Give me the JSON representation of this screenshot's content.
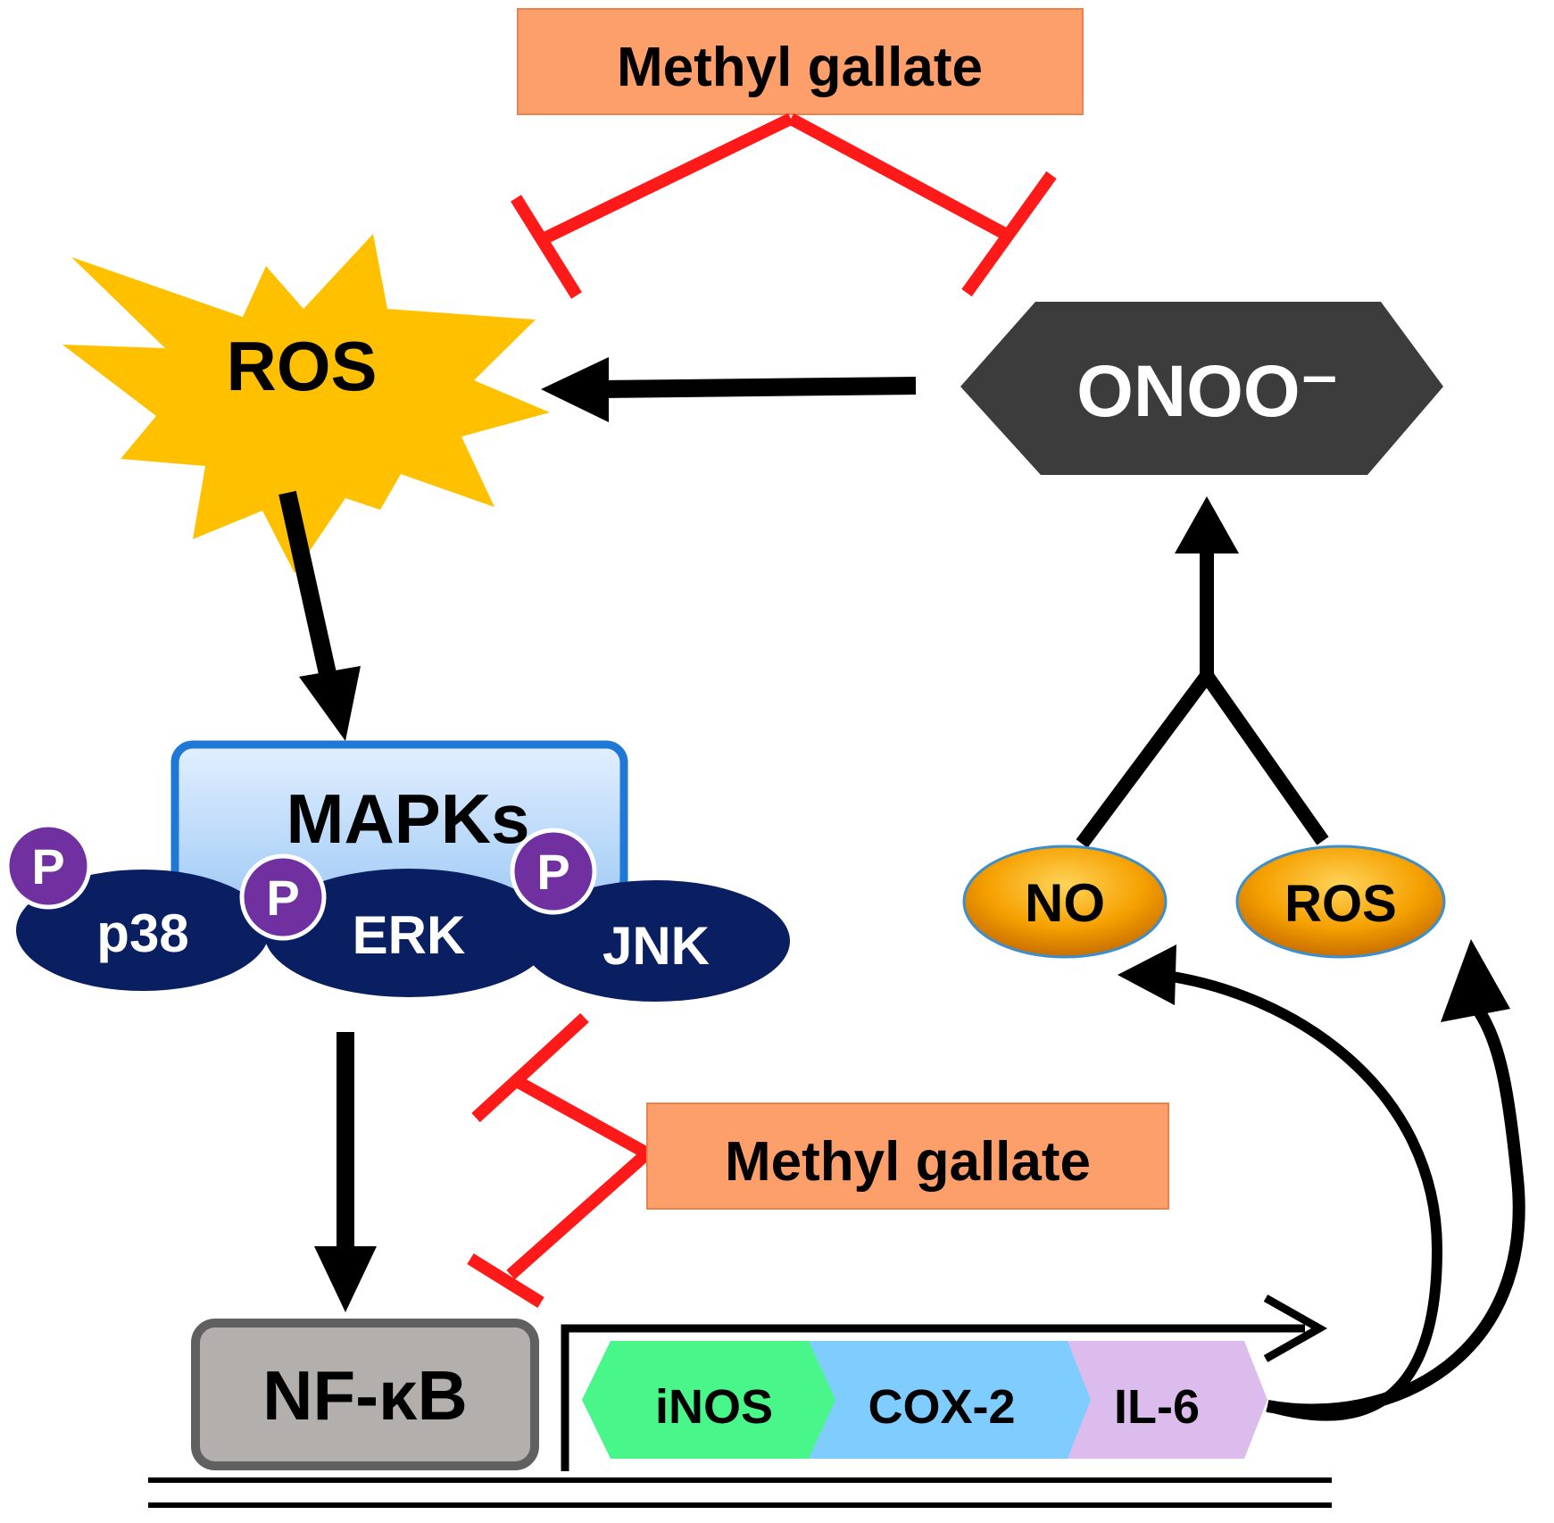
{
  "inhibitor_top": {
    "label": "Methyl gallate"
  },
  "inhibitor_bottom": {
    "label": "Methyl gallate"
  },
  "ros_main": {
    "label": "ROS"
  },
  "peroxynitrite": {
    "label": "ONOO⁻"
  },
  "mapks": {
    "title": "MAPKs",
    "kinases": [
      {
        "label": "p38",
        "phospho": "P"
      },
      {
        "label": "ERK",
        "phospho": "P"
      },
      {
        "label": "JNK",
        "phospho": "P"
      }
    ]
  },
  "nfkb": {
    "label": "NF-κB"
  },
  "no": {
    "label": "NO"
  },
  "ros_small": {
    "label": "ROS"
  },
  "genes": [
    {
      "label": "iNOS"
    },
    {
      "label": "COX-2"
    },
    {
      "label": "IL-6"
    }
  ],
  "colors": {
    "inhibition": "#ff1a1a",
    "activation": "#000000",
    "methyl_gallate_box": "#fc9f6b",
    "ros_burst": "#ffc000",
    "onoo_hexagon": "#3c3c3c",
    "kinase": "#0a1f62",
    "phospho": "#7030a0",
    "nfkb_box": "#b3afac",
    "inos": "#49f68a",
    "cox2": "#7fccff",
    "il6": "#dcbcec",
    "oval": "#f59b00"
  }
}
